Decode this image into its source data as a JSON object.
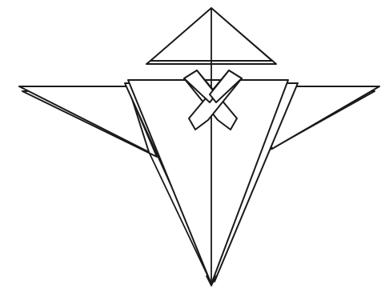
{
  "diagram": {
    "stroke_color": "#1a1a1a",
    "paper_color": "#ffffff",
    "parts": [
      "left-wing",
      "right-wing",
      "body-panel",
      "head-tip",
      "crossed-strips",
      "tail-point"
    ]
  }
}
